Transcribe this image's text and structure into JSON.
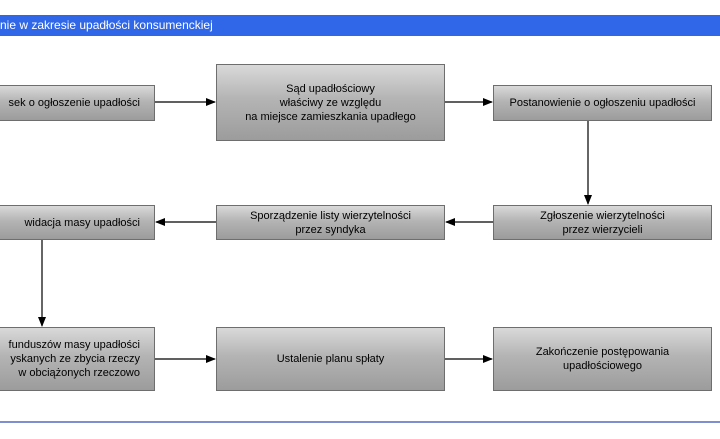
{
  "header": {
    "title": "nie w zakresie upadłości konsumenckiej"
  },
  "nodes": {
    "wniosek": "sek o ogłoszenie upadłości",
    "sad": "Sąd upadłościowy\nwłaściwy ze względu\nna miejsce zamieszkania upadłego",
    "postanowienie": "Postanowienie o ogłoszeniu upadłości",
    "zgloszenie": "Zgłoszenie wierzytelności\nprzez wierzycieli",
    "lista": "Sporządzenie listy wierzytelności\nprzez syndyka",
    "likwidacja": "widacja masy upadłości",
    "podzial": "funduszów masy upadłości\nyskanych ze zbycia rzeczy\nw obciążonych rzeczowo",
    "plan": "Ustalenie planu spłaty",
    "zakonczenie": "Zakończenie postępowania\nupadłościowego"
  },
  "colors": {
    "title_bar": "#2f67e8",
    "box_border": "#6e6e6e",
    "arrow": "#000000"
  }
}
